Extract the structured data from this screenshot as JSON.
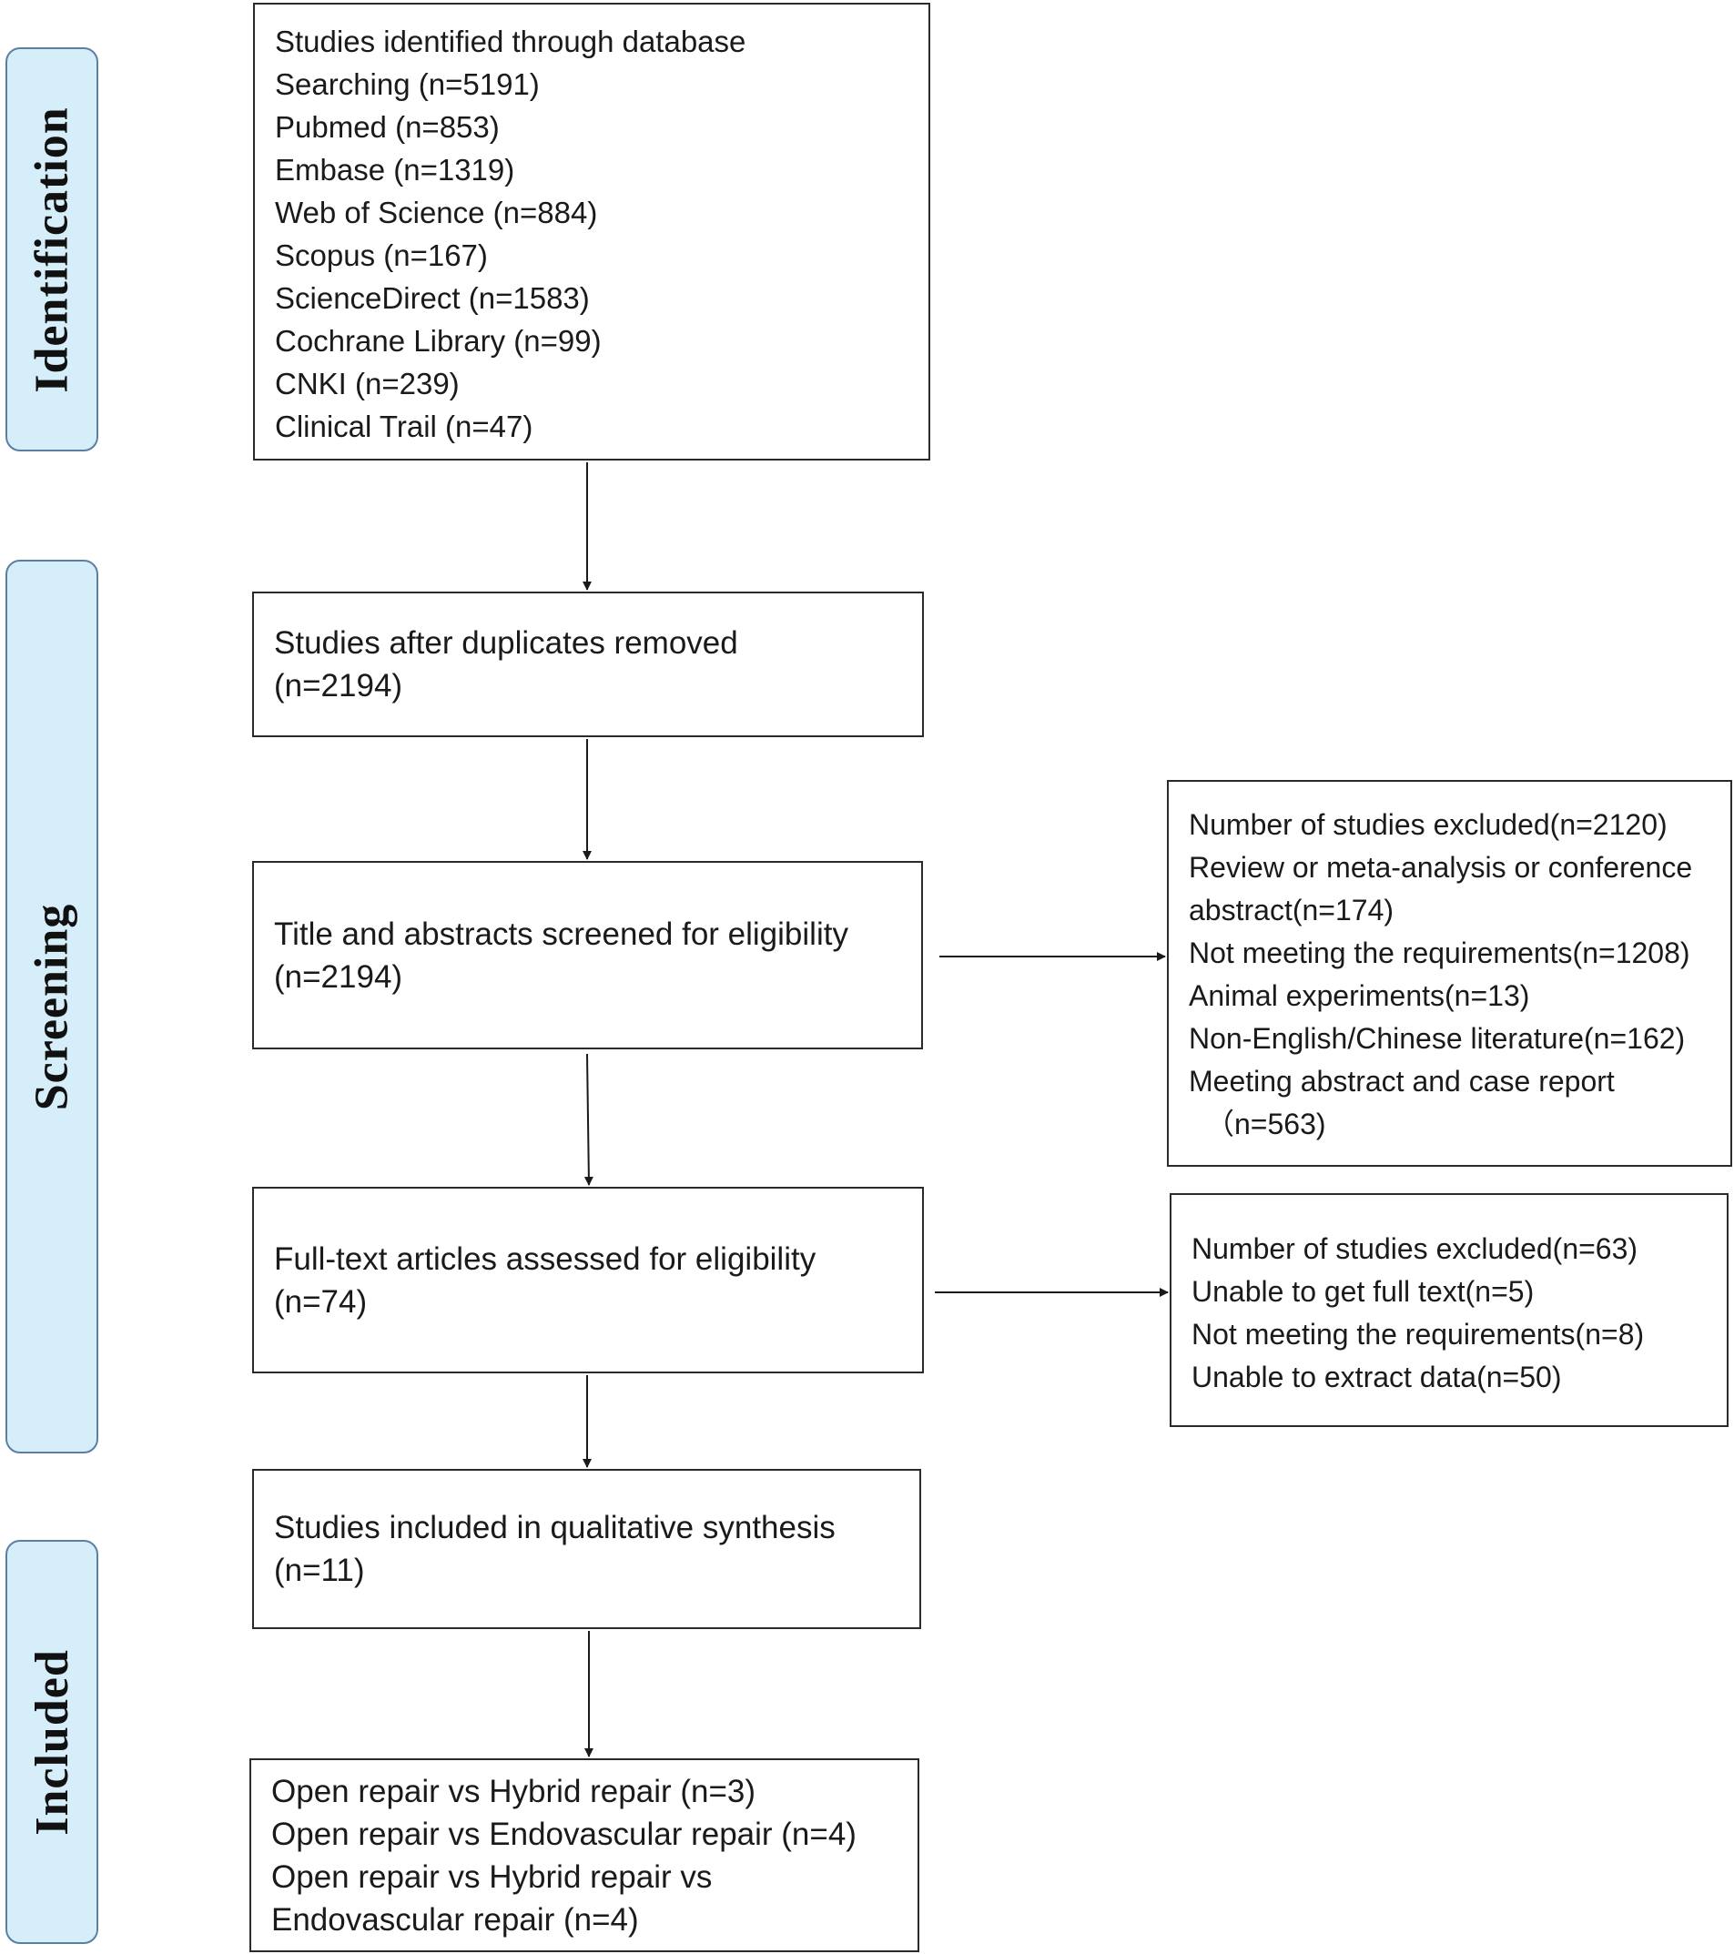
{
  "stages": {
    "identification": "Identification",
    "screening": "Screening",
    "included": "Included"
  },
  "boxes": {
    "identified": [
      "Studies identified through database",
      "Searching (n=5191)",
      "Pubmed (n=853)",
      "Embase (n=1319)",
      "Web of Science (n=884)",
      "Scopus (n=167)",
      "ScienceDirect (n=1583)",
      "Cochrane Library (n=99)",
      "CNKI (n=239)",
      "Clinical Trail (n=47)"
    ],
    "after_duplicates": [
      "Studies after duplicates removed",
      "(n=2194)"
    ],
    "title_abstract": [
      "Title and abstracts screened for eligibility",
      "(n=2194)"
    ],
    "excluded_screening": [
      "Number of studies excluded(n=2120)",
      "Review or meta-analysis or conference",
      "abstract(n=174)",
      "Not meeting the requirements(n=1208)",
      "Animal experiments(n=13)",
      "Non-English/Chinese literature(n=162)",
      "Meeting abstract and case report",
      "（n=563)"
    ],
    "full_text": [
      "Full-text articles assessed for eligibility",
      "(n=74)"
    ],
    "excluded_full_text": [
      "Number of studies excluded(n=63)",
      "Unable to get full text(n=5)",
      "Not meeting the requirements(n=8)",
      "Unable to extract data(n=50)"
    ],
    "qualitative": [
      "Studies included in qualitative synthesis",
      "(n=11)"
    ],
    "comparisons": [
      "Open repair vs Hybrid repair (n=3)",
      "Open repair vs Endovascular repair (n=4)",
      "Open repair vs Hybrid repair vs",
      "Endovascular repair (n=4)"
    ]
  }
}
